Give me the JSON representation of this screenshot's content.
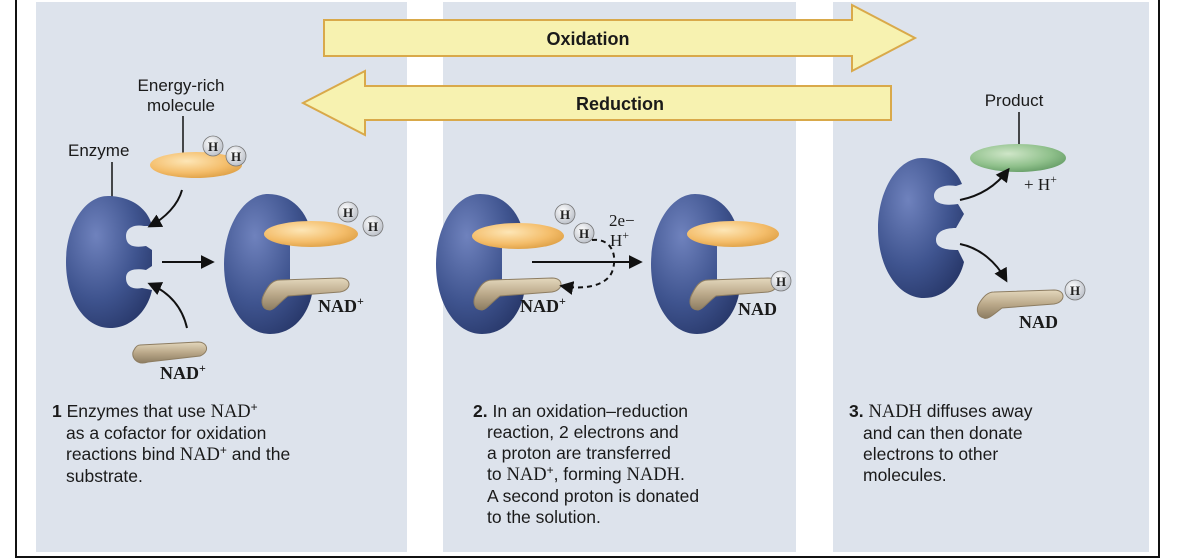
{
  "arrows": {
    "oxidation": "Oxidation",
    "reduction": "Reduction"
  },
  "labels": {
    "energy_rich_line1": "Energy-rich",
    "energy_rich_line2": "molecule",
    "enzyme": "Enzyme",
    "product": "Product",
    "hydrogen": "H",
    "nad_plus": "NAD",
    "plus_sign": "+",
    "nad": "NAD",
    "two_electrons": "2e−",
    "h_plus": "H",
    "product_h_plus": "+ H"
  },
  "steps": [
    {
      "number": "1",
      "lines": [
        {
          "pre": "Enzymes that use ",
          "chem": "NAD",
          "sup": "+",
          "post": ""
        },
        {
          "pre": "as a cofactor for oxidation",
          "chem": "",
          "sup": "",
          "post": ""
        },
        {
          "pre": "reactions bind ",
          "chem": "NAD",
          "sup": "+",
          "post": " and the"
        },
        {
          "pre": "substrate.",
          "chem": "",
          "sup": "",
          "post": ""
        }
      ]
    },
    {
      "number": "2.",
      "lines": [
        {
          "pre": "In an oxidation–reduction",
          "chem": "",
          "sup": "",
          "post": ""
        },
        {
          "pre": "reaction, 2 electrons and",
          "chem": "",
          "sup": "",
          "post": ""
        },
        {
          "pre": "a proton are transferred",
          "chem": "",
          "sup": "",
          "post": ""
        },
        {
          "pre": "to ",
          "chem": "NAD",
          "sup": "+",
          "post": ", forming ",
          "chem2": "NADH",
          "tail": "."
        },
        {
          "pre": "A second proton is donated",
          "chem": "",
          "sup": "",
          "post": ""
        },
        {
          "pre": "to the solution.",
          "chem": "",
          "sup": "",
          "post": ""
        }
      ]
    },
    {
      "number": "3.",
      "lines": [
        {
          "pre": "",
          "chem": "NADH",
          "sup": "",
          "post": " diffuses away"
        },
        {
          "pre": "and can then donate",
          "chem": "",
          "sup": "",
          "post": ""
        },
        {
          "pre": "electrons to other",
          "chem": "",
          "sup": "",
          "post": ""
        },
        {
          "pre": "molecules.",
          "chem": "",
          "sup": "",
          "post": ""
        }
      ]
    }
  ],
  "colors": {
    "panel": "#dde3ec",
    "enzyme": "#3b4f8c",
    "substrate": "#f2b45e",
    "nad": "#b8a88a",
    "product": "#7fb37f",
    "arrow_fill": "#f7f2b0",
    "arrow_stroke": "#d9a94a"
  }
}
